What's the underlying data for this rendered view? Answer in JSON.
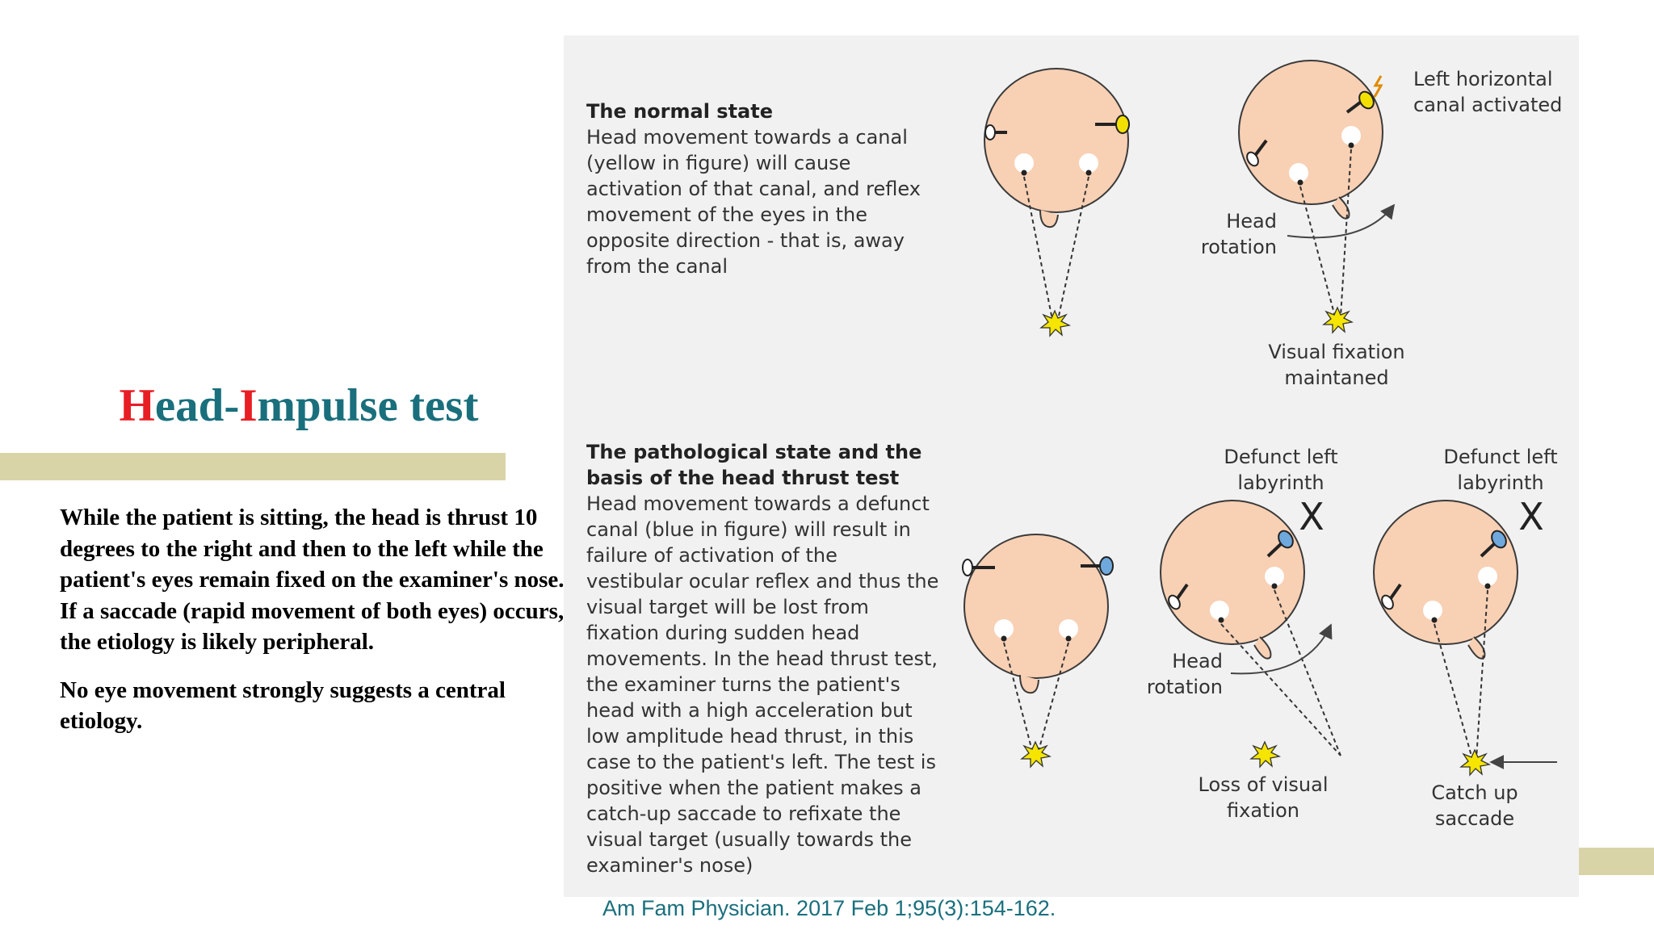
{
  "slide": {
    "title_first": "H",
    "title_part2": "ead-",
    "title_second": "I",
    "title_part4": "mpulse test",
    "paragraph1": "While the patient is sitting, the head is thrust 10 degrees to the right and then to the left while the patient's eyes remain fixed on the examiner's nose. If a saccade (rapid movement of both eyes) occurs, the etiology is likely peripheral.",
    "paragraph2": "No eye movement strongly suggests a central etiology.",
    "citation": "Am Fam Physician. 2017 Feb 1;95(3):154-162.",
    "colors": {
      "title_teal": "#1a6f7d",
      "title_red": "#e81e25",
      "band": "#d9d4a8",
      "head": "#f8d0b4",
      "normal_canal": "#f2e100",
      "defunct_canal": "#6fa8dc"
    }
  },
  "figure": {
    "normal": {
      "heading": "The normal state",
      "lines": [
        "Head movement towards a canal",
        "(yellow in figure) will cause",
        "activation of that canal, and reflex",
        "movement of the eyes in the",
        "opposite direction - that is, away",
        "from the canal"
      ],
      "label_left_horizontal": [
        "Left horizontal",
        "canal activated"
      ],
      "label_head_rotation": [
        "Head",
        "rotation"
      ],
      "label_visual_fixation": [
        "Visual fixation",
        "maintaned"
      ]
    },
    "pathological": {
      "heading": [
        "The pathological state and the",
        "basis of the head thrust test"
      ],
      "lines": [
        "Head movement towards a defunct",
        "canal (blue in figure) will result in",
        "failure of  activation of the",
        "vestibular ocular reflex and thus the",
        "visual target will be lost from",
        "fixation during sudden head",
        "movements. In the head thrust test,",
        "the examiner turns the patient's",
        "head with a high acceleration but",
        "low amplitude head thrust, in this",
        "case to the patient's left. The test is",
        "positive when the patient makes a",
        "catch-up saccade to refixate the",
        "visual target (usually towards the",
        "examiner's nose)"
      ],
      "label_defunct_1": [
        "Defunct left",
        "labyrinth"
      ],
      "label_defunct_2": [
        "Defunct left",
        "labyrinth"
      ],
      "x_mark": "X",
      "label_head_rotation": [
        "Head",
        "rotation"
      ],
      "label_loss": [
        "Loss of visual",
        "fixation"
      ],
      "label_catch_up": [
        "Catch up",
        "saccade"
      ]
    }
  }
}
